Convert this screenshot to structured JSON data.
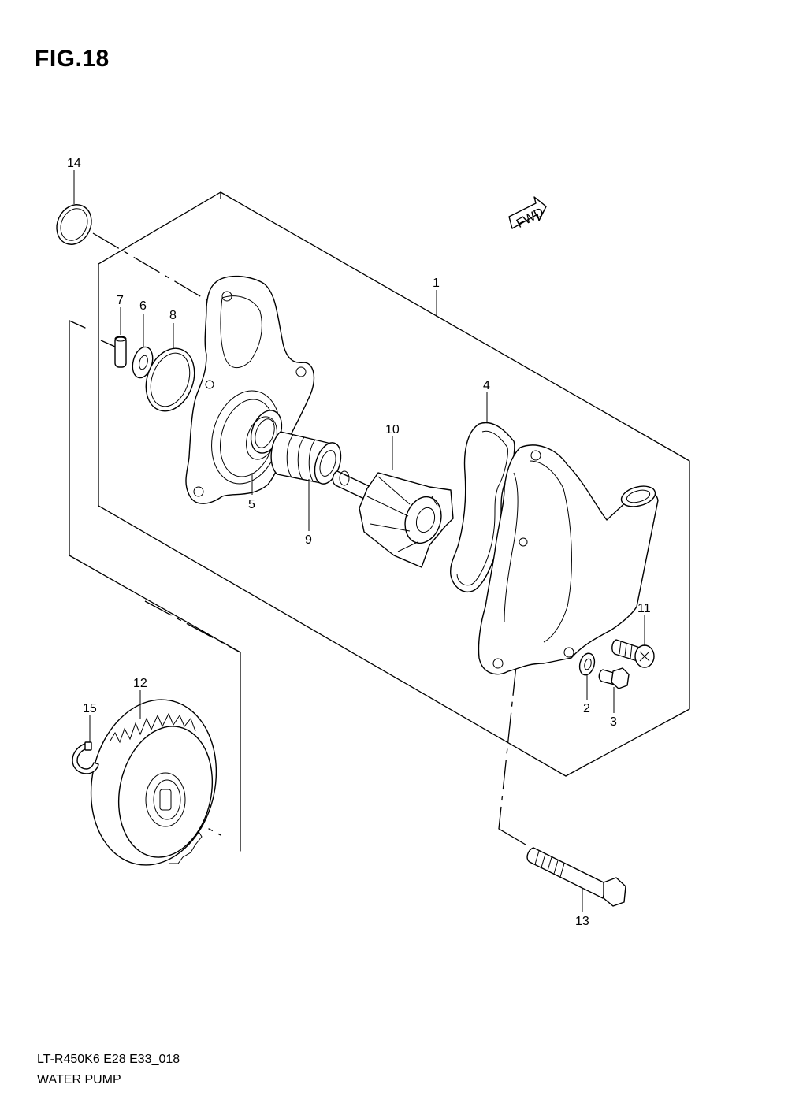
{
  "figure": {
    "title": "FIG.18"
  },
  "direction_marker": {
    "label": "FWD",
    "icon": "fwd-arrow-icon"
  },
  "parts": [
    {
      "ref": "1"
    },
    {
      "ref": "2"
    },
    {
      "ref": "3"
    },
    {
      "ref": "4"
    },
    {
      "ref": "5"
    },
    {
      "ref": "6"
    },
    {
      "ref": "7"
    },
    {
      "ref": "8"
    },
    {
      "ref": "9"
    },
    {
      "ref": "10"
    },
    {
      "ref": "11"
    },
    {
      "ref": "12"
    },
    {
      "ref": "13"
    },
    {
      "ref": "14"
    },
    {
      "ref": "15"
    }
  ],
  "footer": {
    "code": "LT-R450K6 E28 E33_018",
    "caption": "WATER PUMP"
  }
}
